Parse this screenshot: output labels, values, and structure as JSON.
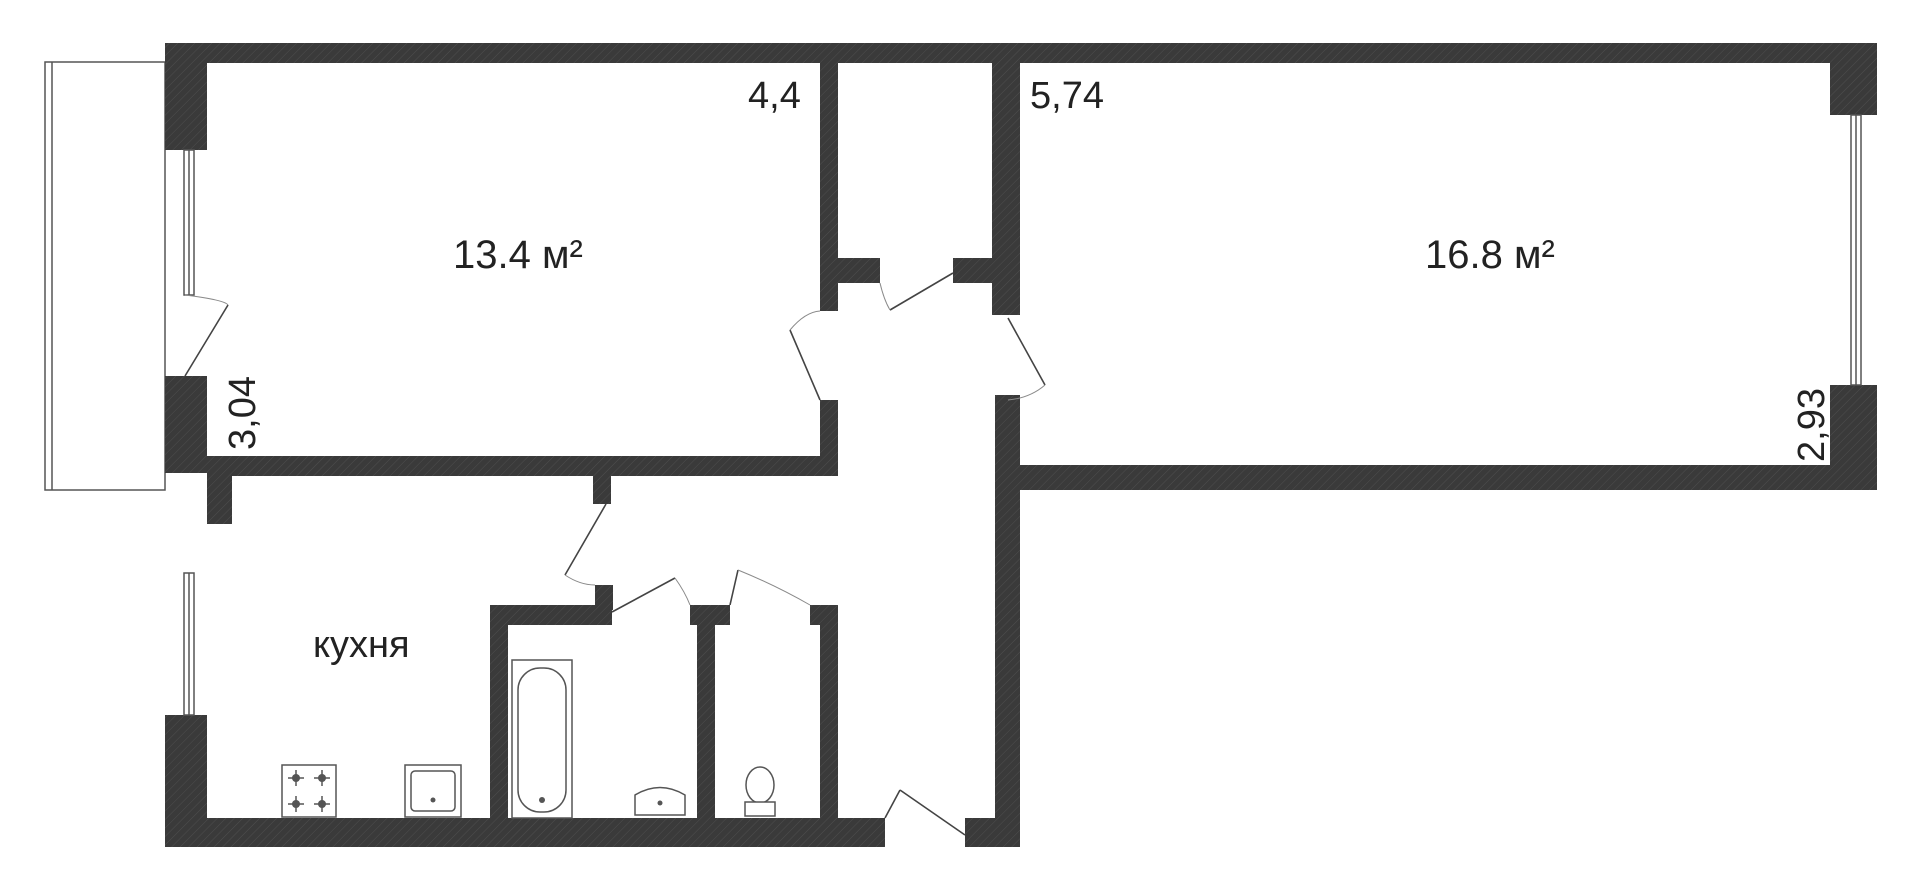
{
  "rooms": {
    "room_left": {
      "area": "13.4 м²",
      "dimension_width": "4,4",
      "dimension_height": "3,04"
    },
    "room_right": {
      "area": "16.8 м²",
      "dimension_width": "5,74",
      "dimension_height": "2,93"
    },
    "kitchen": {
      "name": "кухня"
    }
  },
  "colors": {
    "wall": "#3a3a3a",
    "background": "#ffffff"
  }
}
